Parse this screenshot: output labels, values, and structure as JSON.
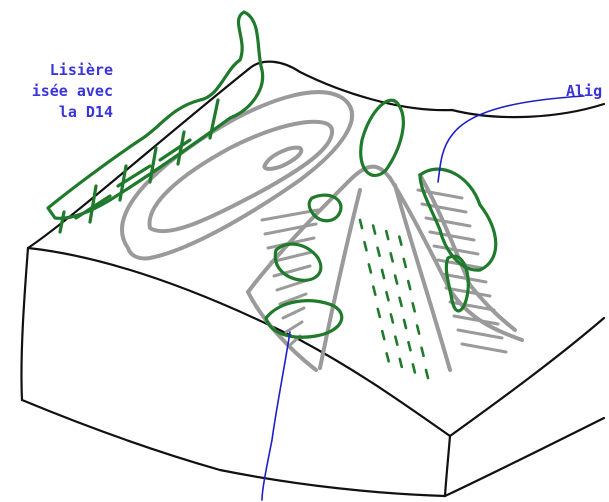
{
  "colors": {
    "annotation": "#3a35d8",
    "leader": "#1f1fc8",
    "outline": "#111111",
    "relief": "#9a9a9a",
    "vegetation": "#1f7a2c"
  },
  "annotations": {
    "left": {
      "lines": [
        "Lisière",
        "isée avec",
        "la D14"
      ]
    },
    "right": {
      "lines": [
        "Alig"
      ]
    }
  }
}
